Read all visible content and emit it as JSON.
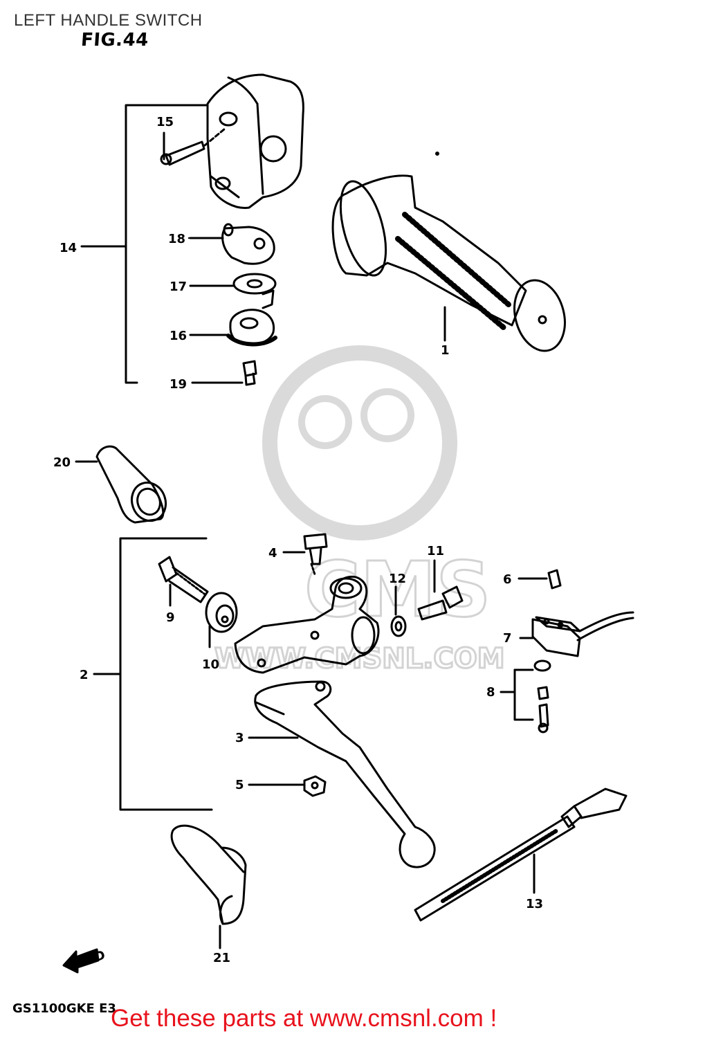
{
  "header": {
    "title": "LEFT HANDLE SWITCH",
    "figure": "FIG.44",
    "model_code": "GS1100GKE E3"
  },
  "footer": {
    "promo_text": "Get these parts at www.cmsnl.com !"
  },
  "watermark": {
    "brand": "CMS",
    "url": "WWW.CMSNL.COM"
  },
  "fwd_arrow_label": "FWD",
  "callouts": [
    "1",
    "2",
    "3",
    "4",
    "5",
    "6",
    "7",
    "8",
    "9",
    "10",
    "11",
    "12",
    "13",
    "14",
    "15",
    "16",
    "17",
    "18",
    "19",
    "20",
    "21"
  ],
  "colors": {
    "promo": "#e8121c",
    "line": "#000000",
    "watermark": "#cfcfcf"
  }
}
